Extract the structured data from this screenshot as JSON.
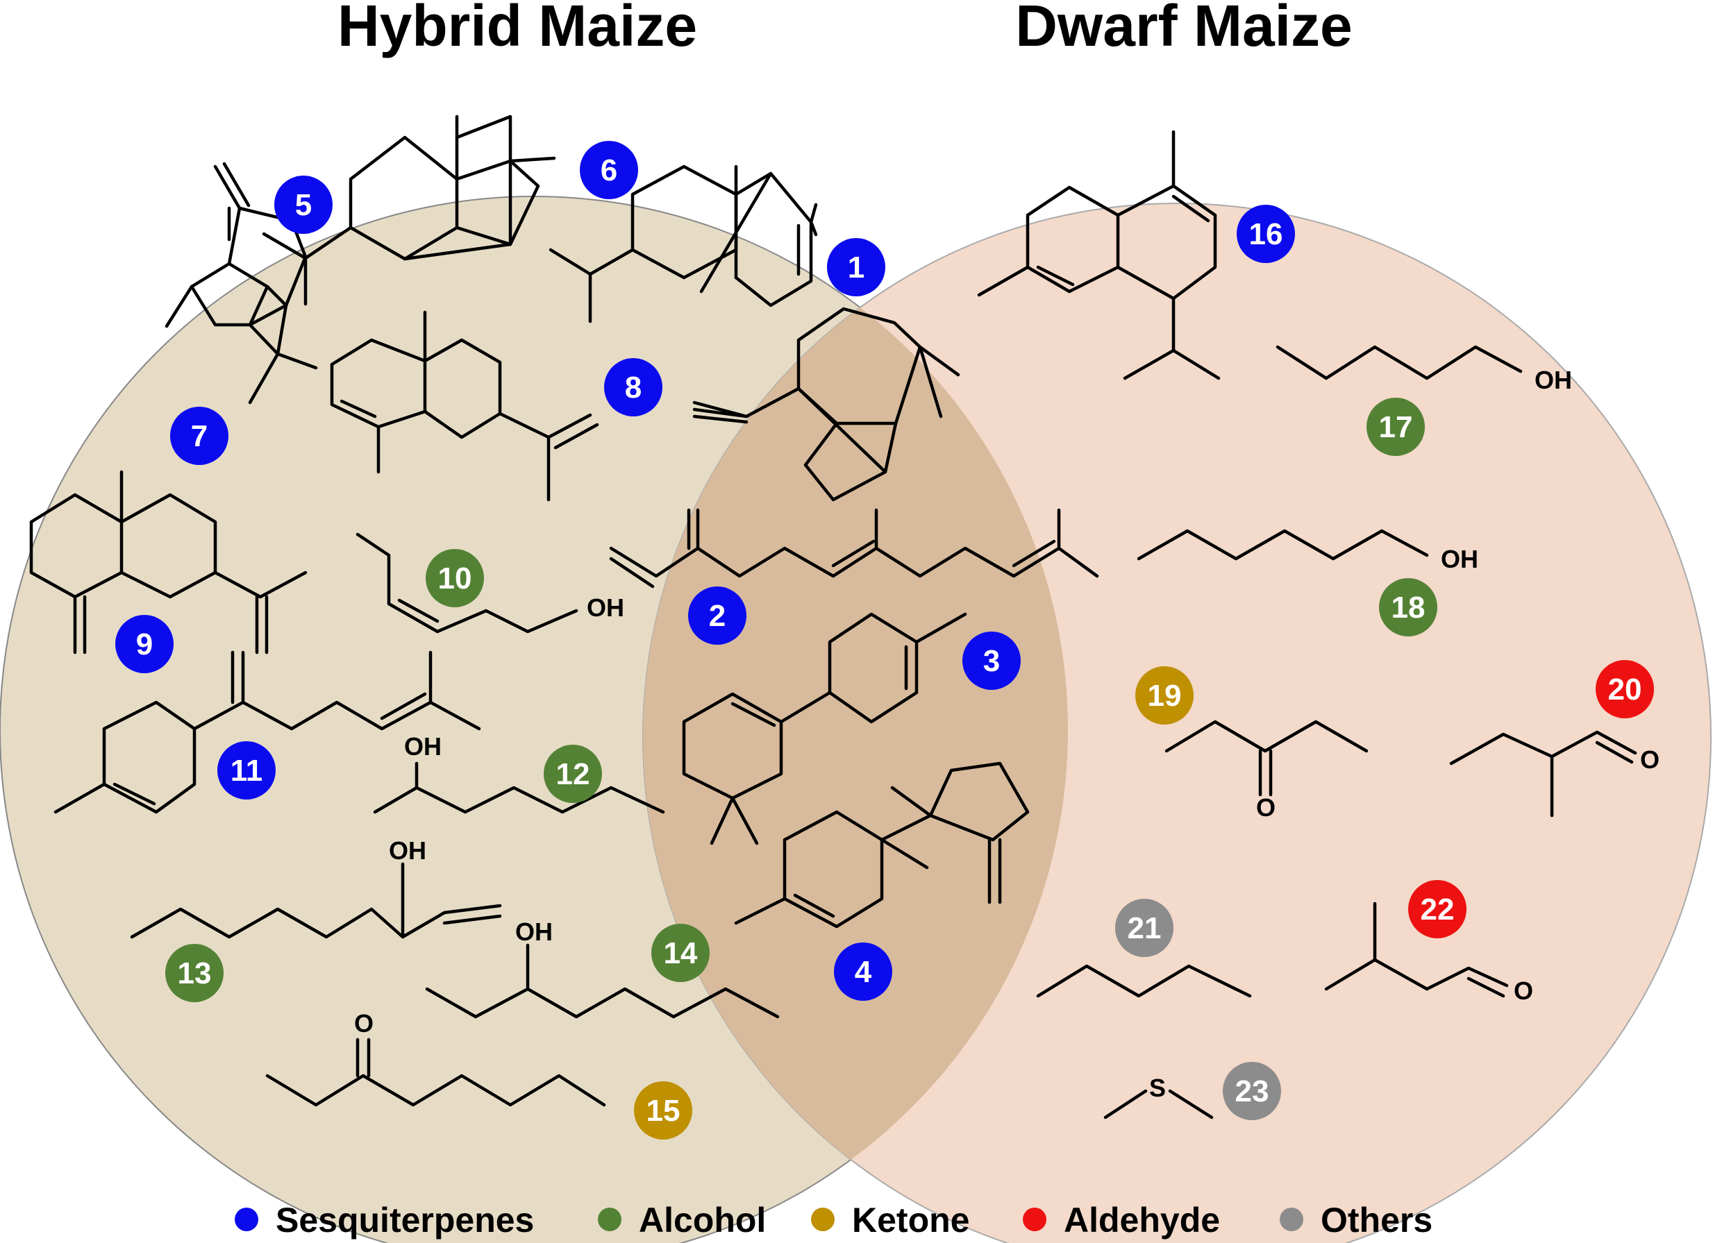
{
  "titles": {
    "left": "Hybrid Maize",
    "right": "Dwarf Maize"
  },
  "sets": {
    "left": {
      "color": "#E6DCC6"
    },
    "right": {
      "color": "#F3DACB"
    },
    "overlap": {
      "color": "#D8BB9C"
    }
  },
  "categories": [
    {
      "key": "sesq",
      "label": "Sesquiterpenes",
      "color": "#0B0BEE"
    },
    {
      "key": "alc",
      "label": "Alcohol",
      "color": "#548235"
    },
    {
      "key": "ket",
      "label": "Ketone",
      "color": "#BF9000"
    },
    {
      "key": "ald",
      "label": "Aldehyde",
      "color": "#EE1111"
    },
    {
      "key": "oth",
      "label": "Others",
      "color": "#8C8C8C"
    }
  ],
  "compounds": [
    {
      "id": "1",
      "category": "sesq",
      "group": "both"
    },
    {
      "id": "2",
      "category": "sesq",
      "group": "both"
    },
    {
      "id": "3",
      "category": "sesq",
      "group": "both"
    },
    {
      "id": "4",
      "category": "sesq",
      "group": "both"
    },
    {
      "id": "5",
      "category": "sesq",
      "group": "hybrid"
    },
    {
      "id": "6",
      "category": "sesq",
      "group": "hybrid"
    },
    {
      "id": "7",
      "category": "sesq",
      "group": "hybrid"
    },
    {
      "id": "8",
      "category": "sesq",
      "group": "hybrid"
    },
    {
      "id": "9",
      "category": "sesq",
      "group": "hybrid"
    },
    {
      "id": "10",
      "category": "alc",
      "group": "hybrid"
    },
    {
      "id": "11",
      "category": "sesq",
      "group": "hybrid"
    },
    {
      "id": "12",
      "category": "alc",
      "group": "hybrid"
    },
    {
      "id": "13",
      "category": "alc",
      "group": "hybrid"
    },
    {
      "id": "14",
      "category": "alc",
      "group": "hybrid"
    },
    {
      "id": "15",
      "category": "ket",
      "group": "hybrid"
    },
    {
      "id": "16",
      "category": "sesq",
      "group": "dwarf"
    },
    {
      "id": "17",
      "category": "alc",
      "group": "dwarf"
    },
    {
      "id": "18",
      "category": "alc",
      "group": "dwarf"
    },
    {
      "id": "19",
      "category": "ket",
      "group": "dwarf"
    },
    {
      "id": "20",
      "category": "ald",
      "group": "dwarf"
    },
    {
      "id": "21",
      "category": "oth",
      "group": "dwarf"
    },
    {
      "id": "22",
      "category": "ald",
      "group": "dwarf"
    },
    {
      "id": "23",
      "category": "oth",
      "group": "dwarf"
    }
  ],
  "atom_labels": {
    "hydroxyl": "OH",
    "oxygen": "O",
    "sulfur": "S"
  }
}
